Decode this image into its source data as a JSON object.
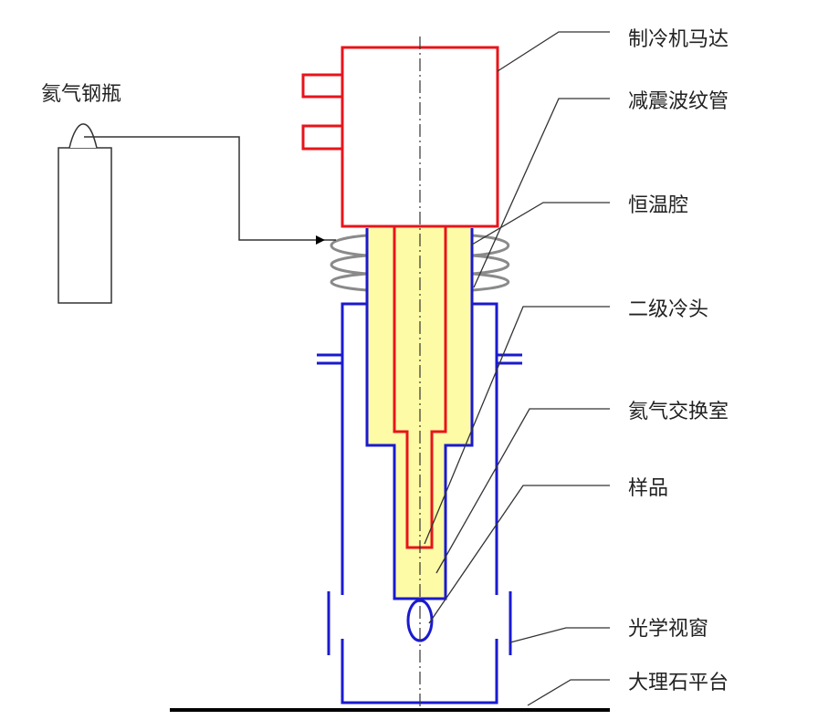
{
  "labels": {
    "argon_cylinder": "氦气钢瓶",
    "cryo_motor": "制冷机马达",
    "bellows": "减震波纹管",
    "thermostat_chamber": "恒温腔",
    "second_stage": "二级冷头",
    "exchange_chamber": "氦气交换室",
    "sample": "样品",
    "optical_window": "光学视窗",
    "marble_platform": "大理石平台"
  },
  "colors": {
    "motor": "#e8141b",
    "chamber": "#1a1ad0",
    "gas": "#fdfba6",
    "bellows": "#8a8a8a",
    "line": "#000000",
    "leader": "#333333"
  }
}
